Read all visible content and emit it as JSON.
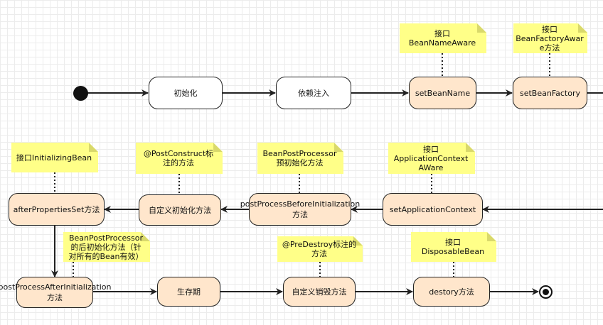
{
  "nodes": {
    "init": "初始化",
    "inject": "依赖注入",
    "set_bean_name": "setBeanName",
    "set_bean_factory": "setBeanFactory",
    "set_application_context": "setApplicationContext",
    "post_process_before": "postProcessBeforeInitialization方法",
    "custom_init": "自定义初始化方法",
    "after_properties_set": "afterPropertiesSet方法",
    "post_process_after": "postProcessAfterInitialization方法",
    "lifetime": "生存期",
    "custom_destroy": "自定义销毁方法",
    "destroy": "destory方法"
  },
  "notes": {
    "bean_name_aware": "接口\nBeanNameAware",
    "bean_factory_aware": "接口\nBeanFactoryAwar\ne方法",
    "application_context_aware": "接口\nApplicationContext\nAWare",
    "bean_post_processor_pre": "BeanPostProcessor\n预初始化方法",
    "post_construct": "@PostConstruct标\n注的方法",
    "initializing_bean": "接口InitializingBean",
    "bean_post_processor_post": "BeanPostProcessor\n的后初始化方法（针\n对所有的Bean有效）",
    "pre_destroy": "@PreDestroy标注的\n方法",
    "disposable_bean": "接口\nDisposableBean"
  },
  "colors": {
    "node_fill": "#ffe6cc",
    "node_plain_fill": "#ffffff",
    "note_fill": "#ffff88",
    "line": "#222222"
  }
}
